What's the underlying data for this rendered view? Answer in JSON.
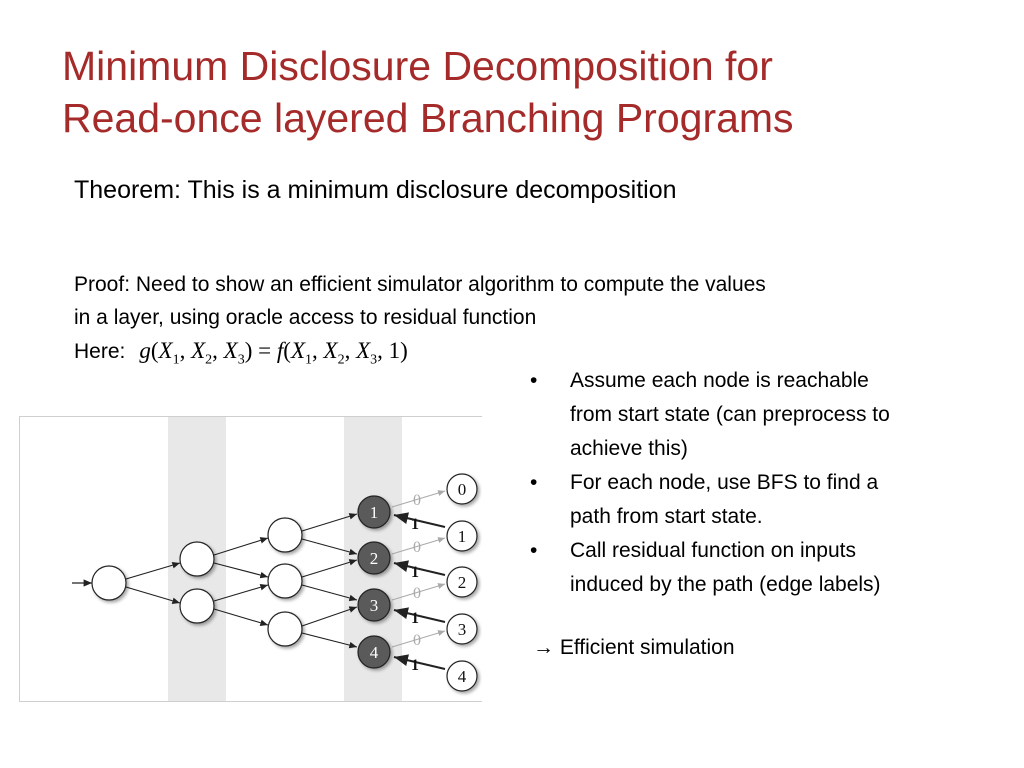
{
  "title": {
    "line1": "Minimum Disclosure Decomposition for",
    "line2": "Read-once layered Branching Programs"
  },
  "theorem": "Theorem:  This is a minimum disclosure decomposition",
  "proof": {
    "line1": "Proof:  Need to show an efficient simulator algorithm to compute the values",
    "line2": "in a layer, using oracle access to residual function"
  },
  "here": {
    "label": "Here:",
    "g": "g",
    "f": "f",
    "x": "X",
    "sub1": "1",
    "sub2": "2",
    "sub3": "3",
    "open": "(",
    "close": ")",
    "comma": ",",
    "equals": " = ",
    "const": "1"
  },
  "bullets": [
    {
      "symbol": "•",
      "lines": [
        "Assume each node is reachable",
        "from start state (can preprocess to",
        "achieve this)"
      ]
    },
    {
      "symbol": "•",
      "lines": [
        "For each node, use BFS to find a",
        "path from start state."
      ]
    },
    {
      "symbol": "•",
      "lines": [
        "Call residual function on inputs",
        "induced by the path (edge labels)"
      ]
    }
  ],
  "conclusion": {
    "arrow": "→",
    "text": "Efficient simulation"
  },
  "diagram": {
    "dark_nodes": [
      "1",
      "2",
      "3",
      "4"
    ],
    "out_nodes": [
      "0",
      "1",
      "2",
      "3",
      "4"
    ],
    "edge_label_zero": "0",
    "edge_label_one": "1",
    "colors": {
      "band": "#e8e8e8",
      "dark_node": "#5a5a5a",
      "light_edge": "#b0b0b0",
      "title": "#a52a2a"
    }
  }
}
